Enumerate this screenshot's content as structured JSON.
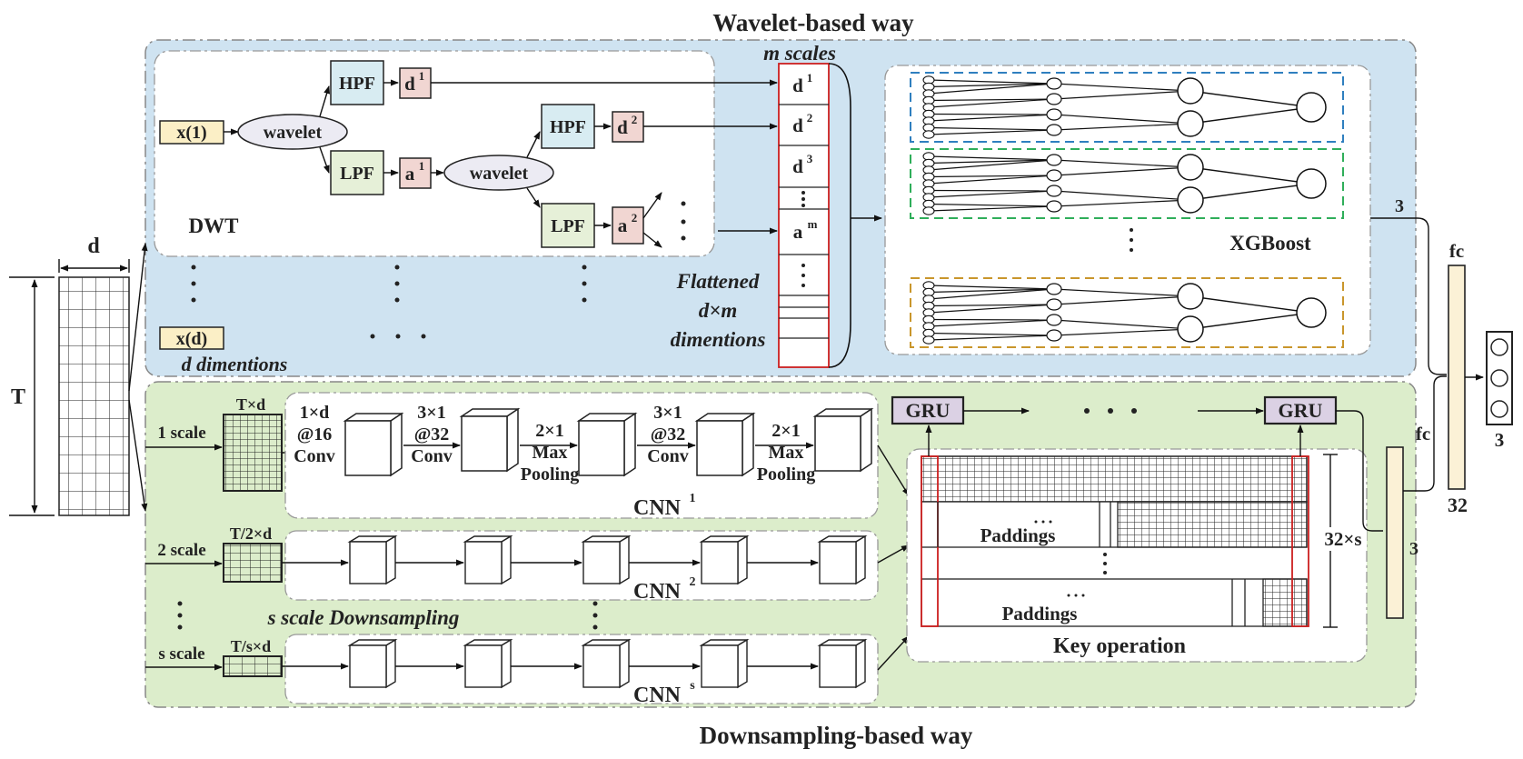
{
  "titles": {
    "top": "Wavelet-based way",
    "bottom": "Downsampling-based way"
  },
  "input": {
    "d": "d",
    "T": "T"
  },
  "wavelet": {
    "x1": "x(1)",
    "xd": "x(d)",
    "wavelet": "wavelet",
    "hpf": "HPF",
    "lpf": "LPF",
    "d1": "d",
    "a1": "a",
    "sup1": "1",
    "sup2": "2",
    "supm": "m",
    "sup3": "3",
    "dwt": "DWT",
    "d_dimentions": "d dimentions",
    "m_scales": "m scales",
    "flat1": "Flattened",
    "flat2": "d×m",
    "flat3": "dimentions",
    "xgboost": "XGBoost",
    "out3": "3",
    "dots3": "· · ·"
  },
  "downsample": {
    "scale1": "1 scale",
    "scale2": "2 scale",
    "scales": "s scale",
    "txd": "T×d",
    "t2xd": "T/2×d",
    "tsxd": "T/s×d",
    "s_scale_down": "s scale Downsampling",
    "layers": [
      {
        "l1": "1×d",
        "l2": "@16",
        "l3": "Conv"
      },
      {
        "l1": "3×1",
        "l2": "@32",
        "l3": "Conv"
      },
      {
        "l1": "2×1",
        "l2": "Max",
        "l3": "Pooling"
      },
      {
        "l1": "3×1",
        "l2": "@32",
        "l3": "Conv"
      },
      {
        "l1": "2×1",
        "l2": "Max",
        "l3": "Pooling"
      }
    ],
    "cnn": "CNN",
    "cnn1": "1",
    "cnn2": "2",
    "cnns": "s",
    "gru": "GRU",
    "paddings": "Paddings",
    "key_op": "Key operation",
    "size": "32×s",
    "fc": "fc",
    "fc_out": "3",
    "fc_dim": "32",
    "final_out": "3",
    "gru_dots": "· · ·",
    "small_dots": "· · ·"
  },
  "colors": {
    "top_bg": "#cfe3f1",
    "bottom_bg": "#dcedcb",
    "hpf": "#d8ecf2",
    "lpf": "#e6f0d8",
    "coef": "#f1d6d2",
    "x_input": "#fbefc6",
    "wavelet": "#ecebf3",
    "gru": "#dbd1e4",
    "fc": "#fbf1d6",
    "red": "#cc1f1f"
  }
}
